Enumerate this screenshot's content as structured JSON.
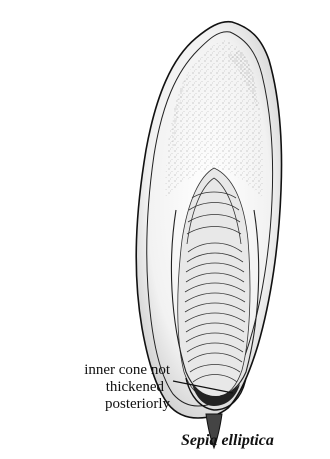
{
  "annotation": {
    "line1": "inner cone not",
    "line2": "thickened",
    "line3": "posteriorly"
  },
  "caption": "Sepia elliptica"
}
